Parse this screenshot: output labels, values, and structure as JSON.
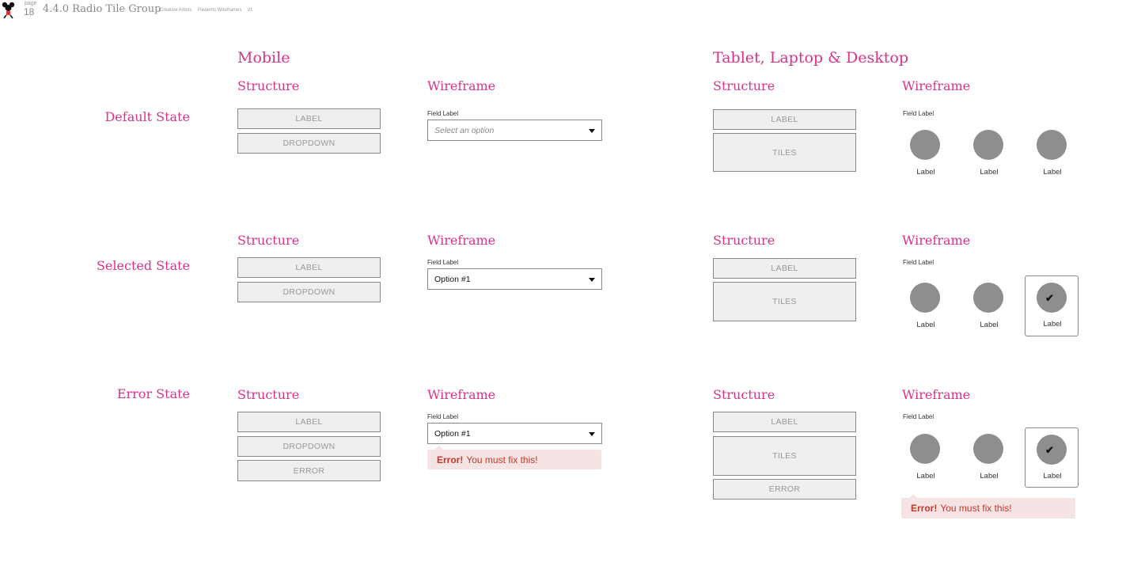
{
  "header": {
    "page_label": "page",
    "page_number": "18",
    "title": "4.4.0 Radio Tile Group",
    "crumb1": "Creative Artists",
    "crumb2": "Pawents Wireframes",
    "version": "v1",
    "logo_icon": "mickey-mouse-logo-icon"
  },
  "columns": {
    "mobile": "Mobile",
    "desktop": "Tablet, Laptop & Desktop",
    "structure": "Structure",
    "wireframe": "Wireframe"
  },
  "states": {
    "default": "Default State",
    "selected": "Selected State",
    "error": "Error State"
  },
  "structure_boxes": {
    "label": "LABEL",
    "dropdown": "DROPDOWN",
    "tiles": "TILES",
    "error": "ERROR"
  },
  "wireframe": {
    "field_label": "Field Label",
    "placeholder": "Select an option",
    "option": "Option #1",
    "tile_label": "Label",
    "error_strong": "Error!",
    "error_text": "You must fix this!"
  },
  "colors": {
    "accent": "#d6338a",
    "tile": "#8e8e8e",
    "error_bg": "#f6e3e3",
    "error_text": "#c0392b"
  }
}
